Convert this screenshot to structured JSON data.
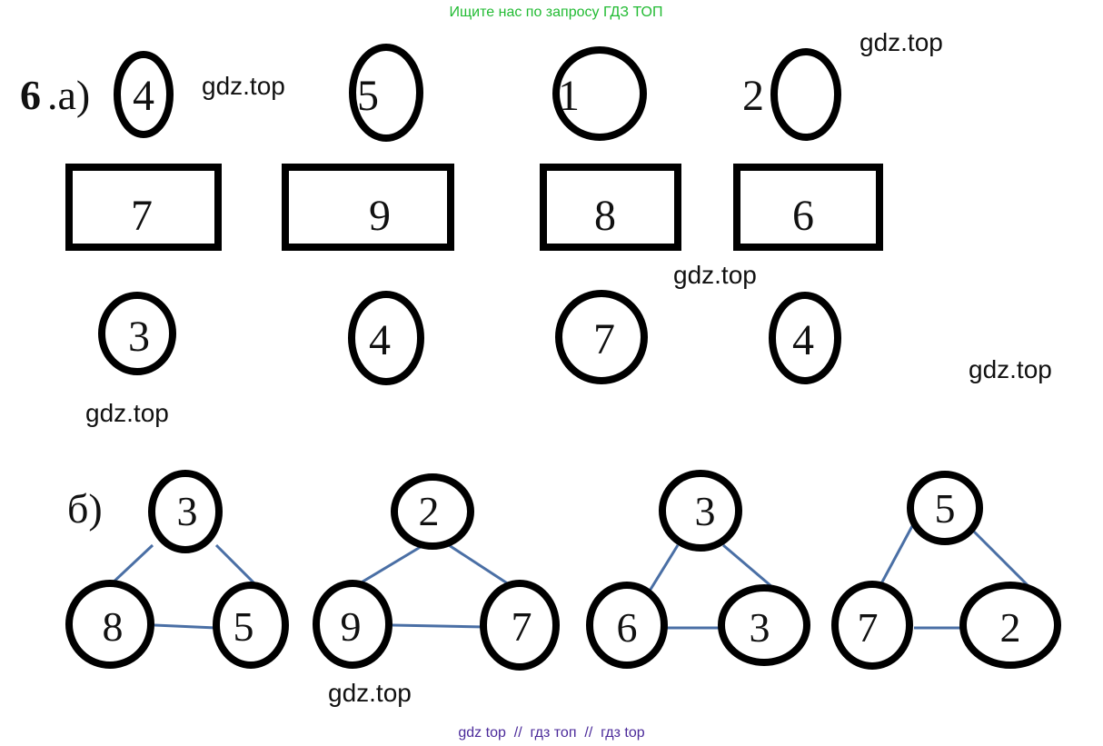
{
  "header_banner": "Ищите нас по запросу ГДЗ ТОП",
  "footer_banner": "gdz top  //  гдз топ  //  гдз top",
  "colors": {
    "banner_top": "#22bb33",
    "banner_bottom": "#4b2a9a",
    "edge": "#4a6fa5"
  },
  "part_a": {
    "task_number": "6",
    "label": ".а)",
    "groups": [
      {
        "top_left": "4",
        "top_right": "",
        "box": "7",
        "bottom": "3"
      },
      {
        "top_left": "5",
        "top_right": "",
        "box": "9",
        "bottom": "4"
      },
      {
        "top_left": "1",
        "top_right": "",
        "box": "8",
        "bottom": "7"
      },
      {
        "top_left": "2",
        "top_right": "",
        "box": "6",
        "bottom": "4"
      }
    ]
  },
  "part_b": {
    "label": "б)",
    "triangles": [
      {
        "top": "3",
        "left": "8",
        "right": "5"
      },
      {
        "top": "2",
        "left": "9",
        "right": "7"
      },
      {
        "top": "3",
        "left": "6",
        "right": "3"
      },
      {
        "top": "5",
        "left": "7",
        "right": "2"
      }
    ]
  },
  "watermarks": [
    "gdz.top",
    "gdz.top",
    "gdz.top",
    "gdz.top",
    "gdz.top",
    "gdz.top"
  ]
}
